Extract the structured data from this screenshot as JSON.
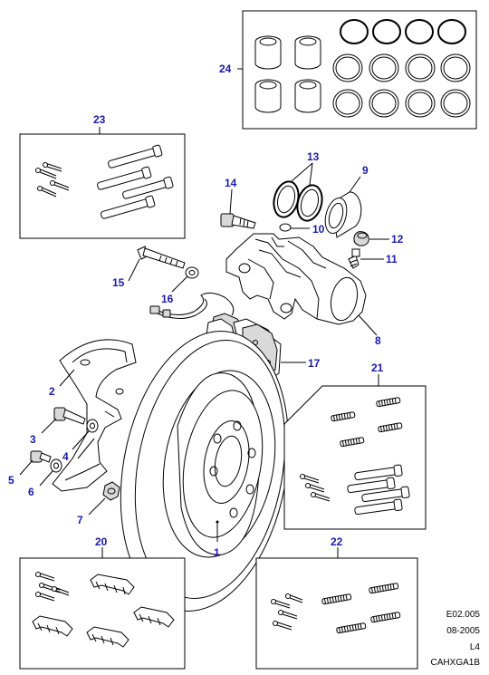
{
  "callouts": {
    "c1": "1",
    "c2": "2",
    "c3": "3",
    "c4": "4",
    "c5": "5",
    "c6": "6",
    "c7": "7",
    "c8": "8",
    "c9": "9",
    "c10": "10",
    "c11": "11",
    "c12": "12",
    "c13": "13",
    "c14": "14",
    "c15": "15",
    "c16": "16",
    "c17": "17",
    "c20": "20",
    "c21": "21",
    "c22": "22",
    "c23": "23",
    "c24": "24"
  },
  "footer": {
    "code": "E02.005",
    "date": "08-2005",
    "level": "L4",
    "ref": "CAHXGA1B"
  },
  "colors": {
    "callout": "#1a1aa8",
    "line": "#000000",
    "shade": "#d9d9d9"
  }
}
